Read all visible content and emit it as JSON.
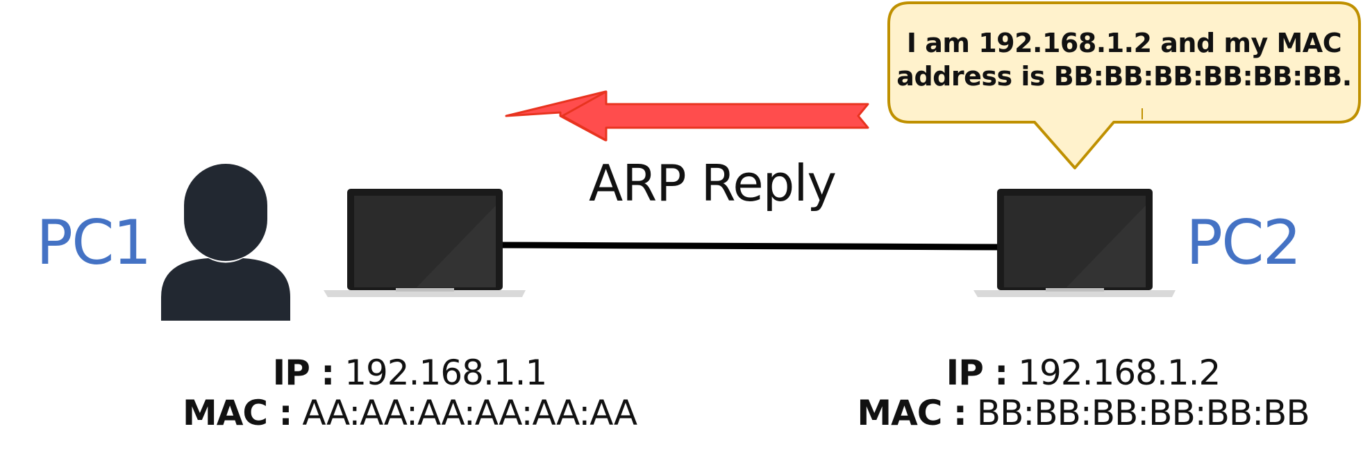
{
  "pc1": {
    "name": "PC1",
    "ip_key": "IP :",
    "ip_value": "192.168.1.1",
    "mac_key": "MAC :",
    "mac_value": "AA:AA:AA:AA:AA:AA"
  },
  "pc2": {
    "name": "PC2",
    "ip_key": "IP :",
    "ip_value": "192.168.1.2",
    "mac_key": "MAC :",
    "mac_value": "BB:BB:BB:BB:BB:BB"
  },
  "message": {
    "label": "ARP Reply",
    "bubble_line1": "I am 192.168.1.2 and my MAC",
    "bubble_line2": "address is BB:BB:BB:BB:BB:BB."
  },
  "colors": {
    "pc_label": "#4472c4",
    "arrow_fill": "#ff4d4d",
    "arrow_stroke": "#e8331f",
    "bubble_fill": "#fff2cc",
    "bubble_stroke": "#bf9000",
    "user_icon": "#222831",
    "laptop_body": "#1a1a1a",
    "laptop_base": "#d9d9d9"
  },
  "icons": {
    "user": "user-icon",
    "laptop": "laptop-icon",
    "arrow": "arrow-left-icon"
  }
}
